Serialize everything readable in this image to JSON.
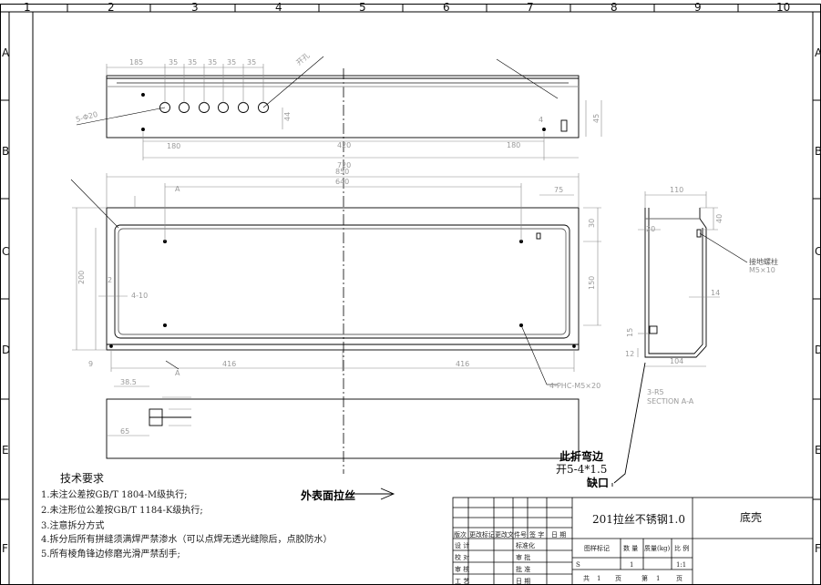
{
  "border": {
    "columns": [
      "1",
      "2",
      "3",
      "4",
      "5",
      "6",
      "7",
      "8",
      "9",
      "10"
    ],
    "rows": [
      "A",
      "B",
      "C",
      "D",
      "E",
      "F"
    ]
  },
  "front_view": {
    "dims_top": [
      "185",
      "35",
      "35",
      "35",
      "35",
      "35"
    ],
    "dims_bottom": [
      "180",
      "420",
      "180"
    ],
    "overall": "720",
    "hole_note_left": "5-Φ20",
    "note_right": "开孔",
    "small_dim": "4",
    "side_dim_a": "44",
    "side_dim_b": "45"
  },
  "top_view": {
    "overall": "850",
    "inner": "640",
    "right_dim": "75",
    "height_dim": "200",
    "vert_dim_a": "30",
    "vert_dim_b": "150",
    "small_a": "2",
    "small_b": "4-10",
    "bottom_left": "9",
    "half_a": "416",
    "half_b": "416",
    "section_mark_a": "A",
    "section_mark_b": "A",
    "fastener_note": "4-PHC-M5×20"
  },
  "bottom_view": {
    "dim_a": "38.5",
    "dim_b": "65"
  },
  "section_view": {
    "width_top": "110",
    "dim_40": "40",
    "dim_20": "20",
    "dim_14": "14",
    "dim_15": "15",
    "dim_104": "104",
    "dim_12": "12",
    "ground_label": "接地螺柱",
    "ground_spec": "M5×10",
    "corner_note": "3-R5",
    "section_label": "SECTION A-A"
  },
  "callouts": {
    "fold": "此折弯边",
    "slot": "开5-4*1.5",
    "notch": "缺口",
    "brushed": "外表面拉丝"
  },
  "notes": {
    "title": "技术要求",
    "items": [
      "1.未注公差按GB/T 1804-M级执行;",
      "2.未注形位公差按GB/T 1184-K级执行;",
      "3.注意拆分方式",
      "4.拆分后所有拼缝须满焊严禁渗水（可以点焊无透光缝隙后，点胶防水）",
      "5.所有棱角锋边修磨光滑严禁刮手;"
    ]
  },
  "title_block": {
    "material": "201拉丝不锈钢1.0",
    "part_name": "底壳",
    "rev_headers": [
      "版次",
      "更改标记",
      "更改文件号",
      "签 字",
      "日 期"
    ],
    "roles": [
      "设 计",
      "校 对",
      "审 核",
      "工 艺"
    ],
    "roles2": [
      "标准化",
      "审 批",
      "批 准",
      "日 期"
    ],
    "info_headers": [
      "图样标记",
      "数 量",
      "质量(kg)",
      "比 例"
    ],
    "mark": "S",
    "qty": "1",
    "scale": "1:1",
    "sheets": [
      "共",
      "1",
      "页",
      "第",
      "1",
      "页"
    ]
  }
}
